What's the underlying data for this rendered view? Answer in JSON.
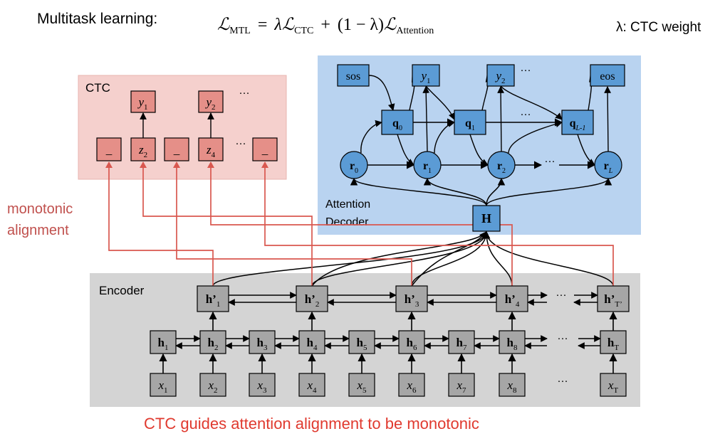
{
  "title_label": "Multitask learning:",
  "equation": {
    "lhs_main": "ℒ",
    "lhs_sub": "MTL",
    "op_eq": "=",
    "lambda": "λ",
    "ctc_main": "ℒ",
    "ctc_sub": "CTC",
    "op_plus": "+",
    "one_minus_lambda": "(1 − λ)",
    "att_main": "ℒ",
    "att_sub": "Attention"
  },
  "weight_note": "λ: CTC weight",
  "ctc": {
    "label": "CTC",
    "outputs": [
      {
        "main": "y",
        "sub": "1"
      },
      {
        "main": "y",
        "sub": "2"
      }
    ],
    "outputs_ellipsis": "···",
    "symbols": [
      {
        "main": "_",
        "sub": ""
      },
      {
        "main": "z",
        "sub": "2"
      },
      {
        "main": "_",
        "sub": ""
      },
      {
        "main": "z",
        "sub": "4"
      },
      {
        "main": "_",
        "sub": ""
      }
    ],
    "symbols_ellipsis": "···"
  },
  "attention": {
    "label_line1": "Attention",
    "label_line2": "Decoder",
    "sos": "sos",
    "eos": "eos",
    "outputs": [
      {
        "main": "y",
        "sub": "1"
      },
      {
        "main": "y",
        "sub": "2"
      }
    ],
    "outputs_ellipsis": "···",
    "q_nodes": [
      {
        "main": "q",
        "sub": "0"
      },
      {
        "main": "q",
        "sub": "1"
      },
      {
        "main": "q",
        "sub": "L-1"
      }
    ],
    "q_ellipsis": "···",
    "r_nodes": [
      {
        "main": "r",
        "sub": "0"
      },
      {
        "main": "r",
        "sub": "1"
      },
      {
        "main": "r",
        "sub": "2"
      },
      {
        "main": "r",
        "sub": "L"
      }
    ],
    "r_ellipsis": "···",
    "H": "H"
  },
  "monotonic_line1": "monotonic",
  "monotonic_line2": "alignment",
  "encoder": {
    "label": "Encoder",
    "hprime": [
      {
        "main": "h’",
        "sub": "1"
      },
      {
        "main": "h’",
        "sub": "2"
      },
      {
        "main": "h’",
        "sub": "3"
      },
      {
        "main": "h’",
        "sub": "4"
      },
      {
        "main": "h’",
        "sub": "T’"
      }
    ],
    "hprime_ellipsis": "···",
    "h": [
      {
        "main": "h",
        "sub": "1"
      },
      {
        "main": "h",
        "sub": "2"
      },
      {
        "main": "h",
        "sub": "3"
      },
      {
        "main": "h",
        "sub": "4"
      },
      {
        "main": "h",
        "sub": "5"
      },
      {
        "main": "h",
        "sub": "6"
      },
      {
        "main": "h",
        "sub": "7"
      },
      {
        "main": "h",
        "sub": "8"
      },
      {
        "main": "h",
        "sub": "T"
      }
    ],
    "h_ellipsis": "···",
    "x": [
      {
        "main": "x",
        "sub": "1"
      },
      {
        "main": "x",
        "sub": "2"
      },
      {
        "main": "x",
        "sub": "3"
      },
      {
        "main": "x",
        "sub": "4"
      },
      {
        "main": "x",
        "sub": "5"
      },
      {
        "main": "x",
        "sub": "6"
      },
      {
        "main": "x",
        "sub": "7"
      },
      {
        "main": "x",
        "sub": "8"
      },
      {
        "main": "x",
        "sub": "T"
      }
    ],
    "x_ellipsis": "···"
  },
  "caption": "CTC guides attention alignment to be monotonic",
  "colors": {
    "ctc_panel": "#f5d0cd",
    "ctc_panel_border": "#e8b4b0",
    "attention_panel": "#b9d3f0",
    "encoder_panel": "#d4d4d4",
    "node_gray": "#a6a6a6",
    "node_blue": "#5b9bd5",
    "node_ctc": "#e58f88",
    "guide_red": "#d9574f",
    "caption_red": "#e03a2f",
    "monotonic_red": "#c0504d"
  }
}
